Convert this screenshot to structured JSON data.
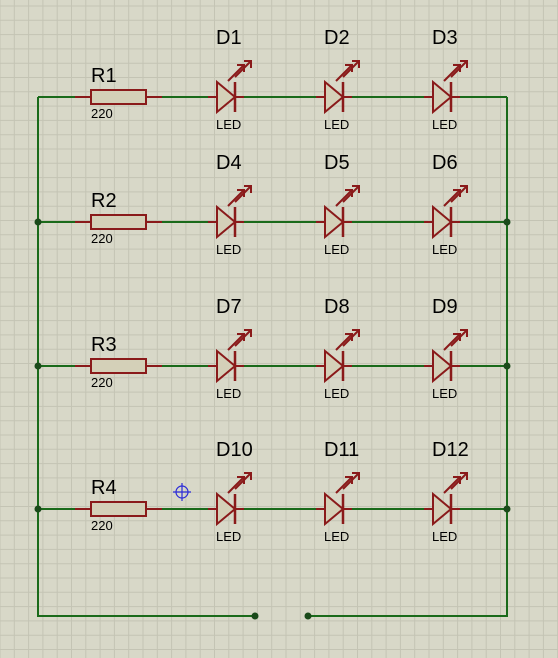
{
  "colors": {
    "background": "#d8d8c8",
    "grid": "#c4c4b4",
    "wire": "#1a6a1a",
    "component_outline": "#8a1a1a",
    "component_fill": "#d4d0b8",
    "junction": "#1a4a1a",
    "cursor": "#2a2ad8"
  },
  "rows": [
    {
      "resistor": {
        "name": "R1",
        "value": "220"
      },
      "leds": [
        {
          "name": "D1",
          "type": "LED"
        },
        {
          "name": "D2",
          "type": "LED"
        },
        {
          "name": "D3",
          "type": "LED"
        }
      ]
    },
    {
      "resistor": {
        "name": "R2",
        "value": "220"
      },
      "leds": [
        {
          "name": "D4",
          "type": "LED"
        },
        {
          "name": "D5",
          "type": "LED"
        },
        {
          "name": "D6",
          "type": "LED"
        }
      ]
    },
    {
      "resistor": {
        "name": "R3",
        "value": "220"
      },
      "leds": [
        {
          "name": "D7",
          "type": "LED"
        },
        {
          "name": "D8",
          "type": "LED"
        },
        {
          "name": "D9",
          "type": "LED"
        }
      ]
    },
    {
      "resistor": {
        "name": "R4",
        "value": "220"
      },
      "leds": [
        {
          "name": "D10",
          "type": "LED"
        },
        {
          "name": "D11",
          "type": "LED"
        },
        {
          "name": "D12",
          "type": "LED"
        }
      ]
    }
  ],
  "icons": {
    "cursor": "crosshair-cursor-icon"
  }
}
